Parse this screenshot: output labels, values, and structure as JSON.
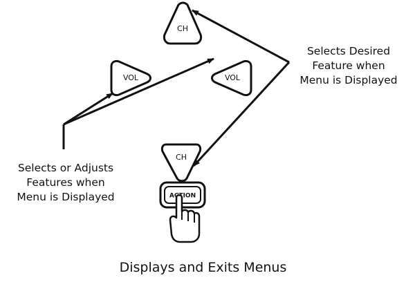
{
  "buttons": {
    "ch_up": "CH",
    "ch_down": "CH",
    "vol_left": "VOL",
    "vol_right": "VOL",
    "action": "ACTION"
  },
  "captions": {
    "right": [
      "Selects Desired",
      "Feature when",
      "Menu is Displayed"
    ],
    "left": [
      "Selects or Adjusts",
      "Features when",
      "Menu is Displayed"
    ],
    "bottom": "Displays and Exits Menus"
  }
}
